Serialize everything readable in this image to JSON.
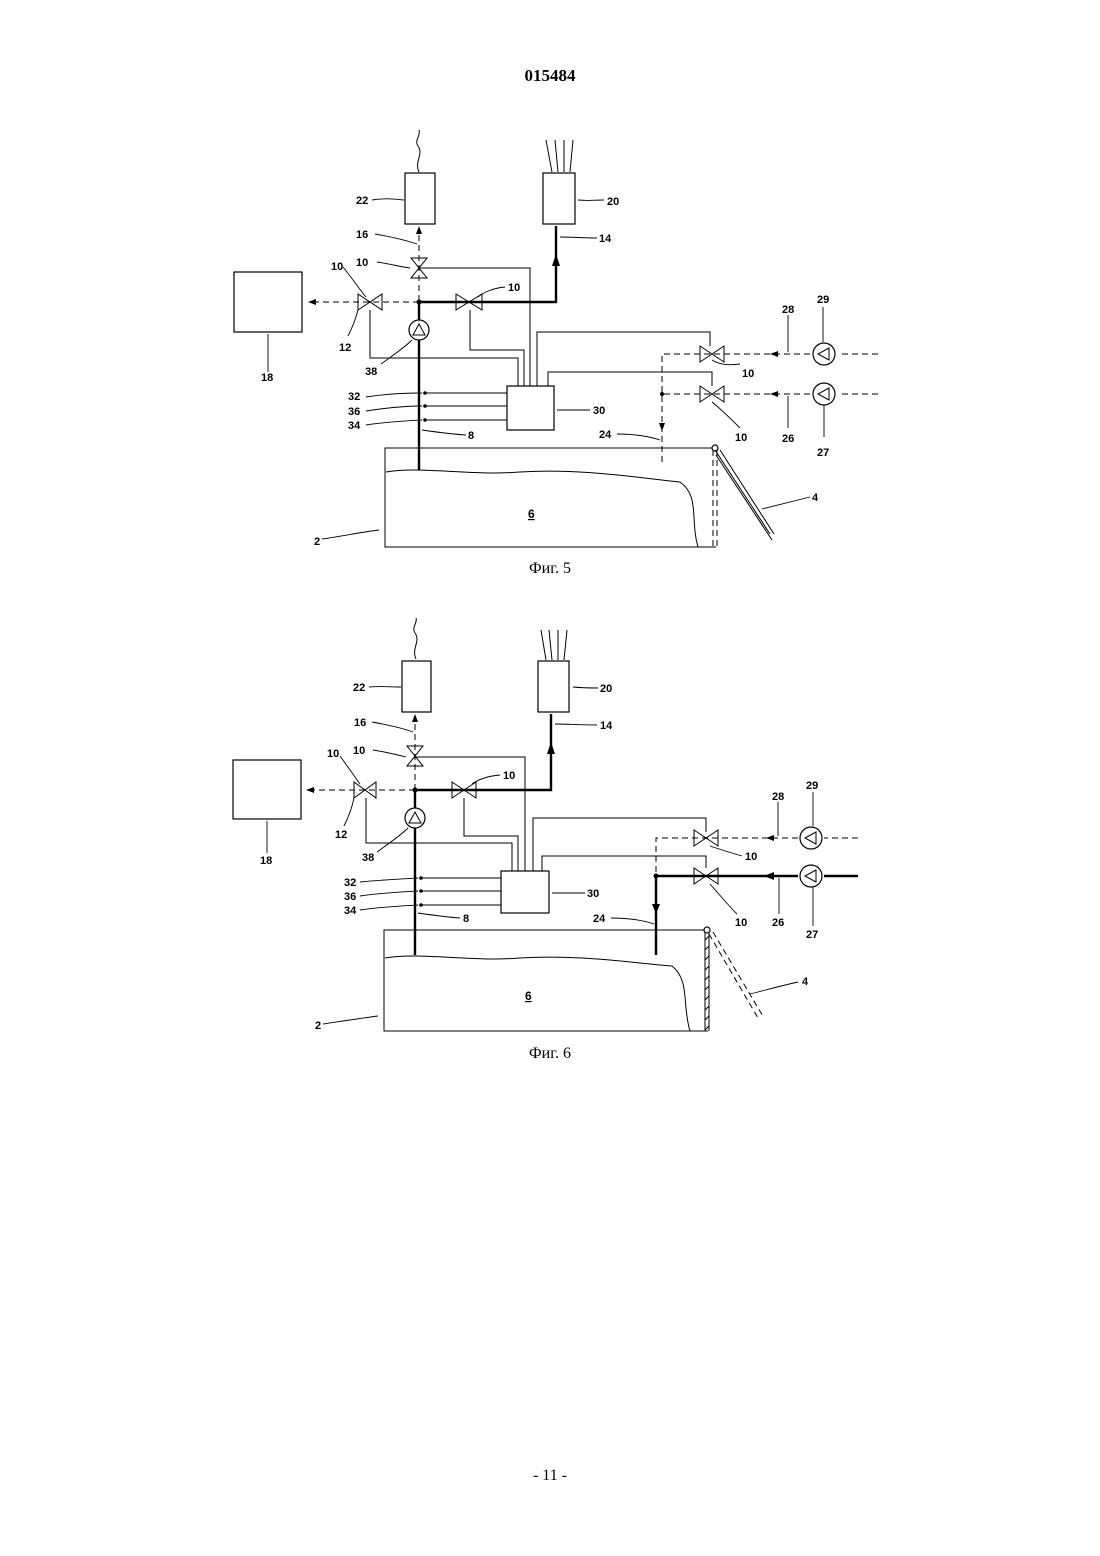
{
  "header": {
    "doc_number": "015484"
  },
  "figures": [
    {
      "caption": "Фиг. 5",
      "labels": {
        "l22": "22",
        "l20": "20",
        "l16": "16",
        "l14": "14",
        "l10a": "10",
        "l10b": "10",
        "l10c": "10",
        "l10d": "10",
        "l10e": "10",
        "l12": "12",
        "l18": "18",
        "l38": "38",
        "l32": "32",
        "l36": "36",
        "l34": "34",
        "l8": "8",
        "l30": "30",
        "l24": "24",
        "l28": "28",
        "l29": "29",
        "l26": "26",
        "l27": "27",
        "l4": "4",
        "l6": "6",
        "l2": "2"
      }
    },
    {
      "caption": "Фиг. 6",
      "labels": {
        "l22": "22",
        "l20": "20",
        "l16": "16",
        "l14": "14",
        "l10a": "10",
        "l10b": "10",
        "l10c": "10",
        "l10d": "10",
        "l10e": "10",
        "l12": "12",
        "l18": "18",
        "l38": "38",
        "l32": "32",
        "l36": "36",
        "l34": "34",
        "l8": "8",
        "l30": "30",
        "l24": "24",
        "l28": "28",
        "l29": "29",
        "l26": "26",
        "l27": "27",
        "l4": "4",
        "l6": "6",
        "l2": "2"
      }
    }
  ],
  "footer": {
    "page_number": "- 11 -"
  }
}
